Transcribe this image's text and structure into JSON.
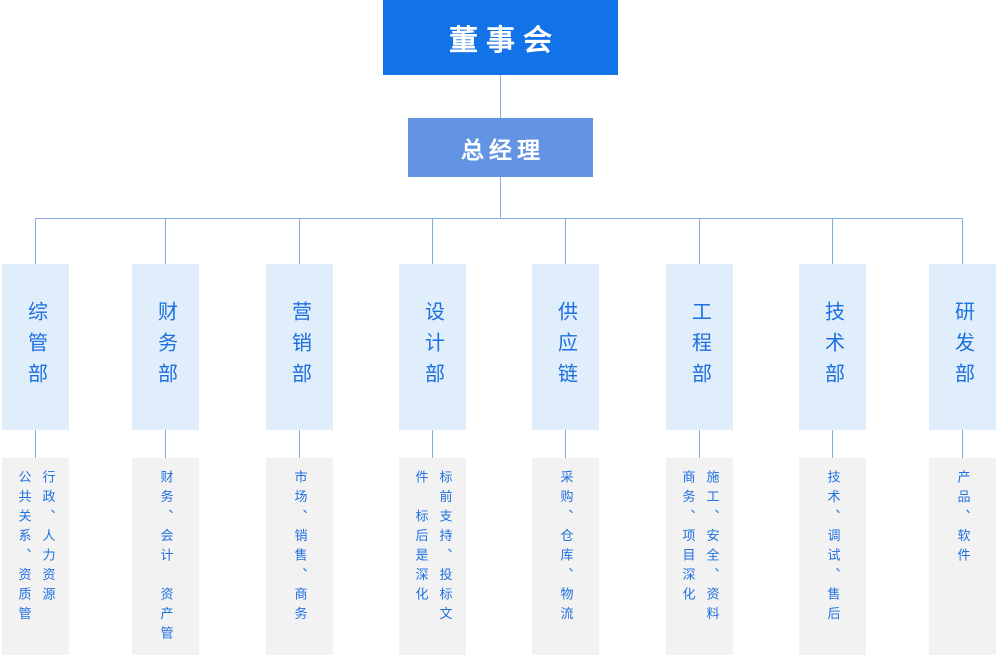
{
  "board": {
    "label": "董事会"
  },
  "manager": {
    "label": "总经理"
  },
  "departments": [
    {
      "name": "综管部",
      "duty": [
        "行政、人力资源",
        "公共关系、资质管"
      ]
    },
    {
      "name": "财务部",
      "duty": [
        "财务、会计　资产管"
      ]
    },
    {
      "name": "营销部",
      "duty": [
        "市场、销售、商务"
      ]
    },
    {
      "name": "设计部",
      "duty": [
        "标前支持、投标文",
        "件　标后是深化"
      ]
    },
    {
      "name": "供应链",
      "duty": [
        "采购、仓库、物流"
      ]
    },
    {
      "name": "工程部",
      "duty": [
        "施工、安全、资料",
        "商务、项目深化"
      ]
    },
    {
      "name": "技术部",
      "duty": [
        "技术、调试、售后"
      ]
    },
    {
      "name": "研发部",
      "duty": [
        "产品、软件"
      ]
    }
  ],
  "colors": {
    "board_bg": "#1273e8",
    "manager_bg": "#6394e4",
    "dept_name_bg": "#e0edfb",
    "dept_duty_bg": "#f2f2f2",
    "connector_line": "#86abe3",
    "text_blue": "#1b6fdf",
    "text_white": "#ffffff"
  }
}
